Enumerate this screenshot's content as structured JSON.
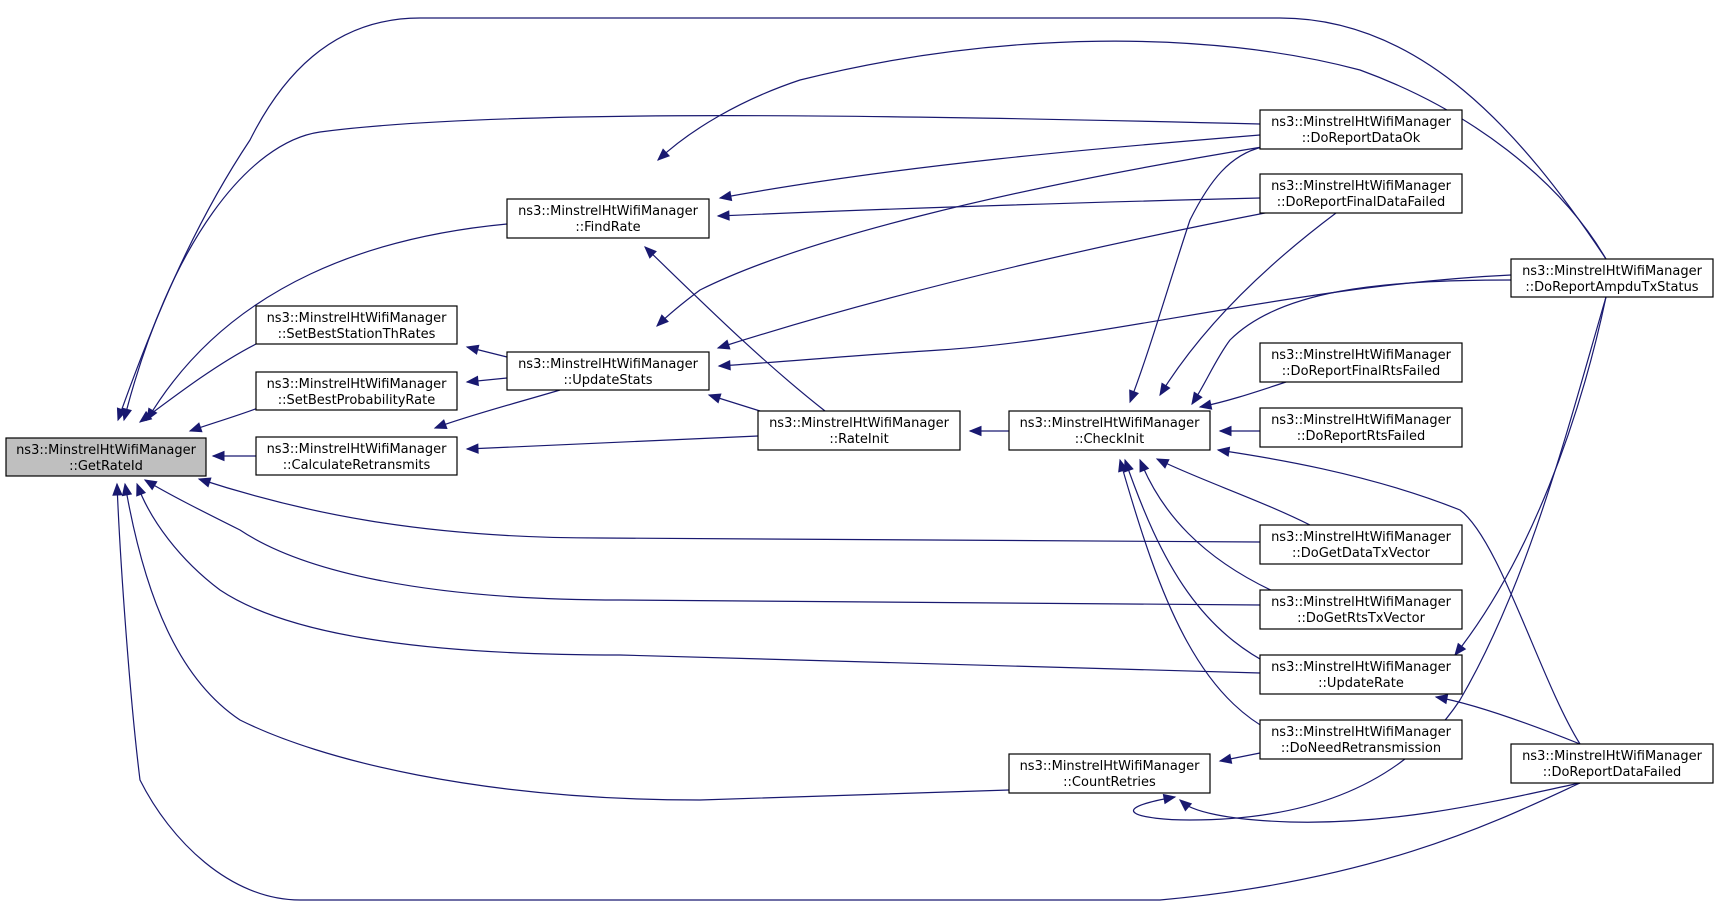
{
  "diagram": {
    "nodes": [
      {
        "id": "getrateid",
        "line1": "ns3::MinstrelHtWifiManager",
        "line2": "::GetRateId",
        "focus": true
      },
      {
        "id": "findrate",
        "line1": "ns3::MinstrelHtWifiManager",
        "line2": "::FindRate"
      },
      {
        "id": "setbeststationthrates",
        "line1": "ns3::MinstrelHtWifiManager",
        "line2": "::SetBestStationThRates"
      },
      {
        "id": "setbestprobabilityrate",
        "line1": "ns3::MinstrelHtWifiManager",
        "line2": "::SetBestProbabilityRate"
      },
      {
        "id": "calculateretransmits",
        "line1": "ns3::MinstrelHtWifiManager",
        "line2": "::CalculateRetransmits"
      },
      {
        "id": "updatestats",
        "line1": "ns3::MinstrelHtWifiManager",
        "line2": "::UpdateStats"
      },
      {
        "id": "rateinit",
        "line1": "ns3::MinstrelHtWifiManager",
        "line2": "::RateInit"
      },
      {
        "id": "checkinit",
        "line1": "ns3::MinstrelHtWifiManager",
        "line2": "::CheckInit"
      },
      {
        "id": "countretries",
        "line1": "ns3::MinstrelHtWifiManager",
        "line2": "::CountRetries"
      },
      {
        "id": "doreportdataok",
        "line1": "ns3::MinstrelHtWifiManager",
        "line2": "::DoReportDataOk"
      },
      {
        "id": "doreportfinaldatafailed",
        "line1": "ns3::MinstrelHtWifiManager",
        "line2": "::DoReportFinalDataFailed"
      },
      {
        "id": "doreportfinalrtsfailed",
        "line1": "ns3::MinstrelHtWifiManager",
        "line2": "::DoReportFinalRtsFailed"
      },
      {
        "id": "doreportrtsfailed",
        "line1": "ns3::MinstrelHtWifiManager",
        "line2": "::DoReportRtsFailed"
      },
      {
        "id": "dogetdatatxvector",
        "line1": "ns3::MinstrelHtWifiManager",
        "line2": "::DoGetDataTxVector"
      },
      {
        "id": "dogetrtstxvector",
        "line1": "ns3::MinstrelHtWifiManager",
        "line2": "::DoGetRtsTxVector"
      },
      {
        "id": "updaterate",
        "line1": "ns3::MinstrelHtWifiManager",
        "line2": "::UpdateRate"
      },
      {
        "id": "doneedretransmission",
        "line1": "ns3::MinstrelHtWifiManager",
        "line2": "::DoNeedRetransmission"
      },
      {
        "id": "doreportampdutxstatus",
        "line1": "ns3::MinstrelHtWifiManager",
        "line2": "::DoReportAmpduTxStatus"
      },
      {
        "id": "doreportdatafailed",
        "line1": "ns3::MinstrelHtWifiManager",
        "line2": "::DoReportDataFailed"
      }
    ],
    "edges": [
      {
        "from": "findrate",
        "to": "getrateid"
      },
      {
        "from": "setbeststationthrates",
        "to": "getrateid"
      },
      {
        "from": "setbestprobabilityrate",
        "to": "getrateid"
      },
      {
        "from": "calculateretransmits",
        "to": "getrateid"
      },
      {
        "from": "doreportdataok",
        "to": "getrateid"
      },
      {
        "from": "doreportampdutxstatus",
        "to": "getrateid"
      },
      {
        "from": "dogetdatatxvector",
        "to": "getrateid"
      },
      {
        "from": "dogetrtstxvector",
        "to": "getrateid"
      },
      {
        "from": "updaterate",
        "to": "getrateid"
      },
      {
        "from": "countretries",
        "to": "getrateid"
      },
      {
        "from": "doreportdatafailed",
        "to": "getrateid"
      },
      {
        "from": "doreportampdutxstatus",
        "to": "findrate"
      },
      {
        "from": "doreportdataok",
        "to": "findrate"
      },
      {
        "from": "doreportfinaldatafailed",
        "to": "findrate"
      },
      {
        "from": "rateinit",
        "to": "findrate"
      },
      {
        "from": "updatestats",
        "to": "setbeststationthrates"
      },
      {
        "from": "updatestats",
        "to": "setbestprobabilityrate"
      },
      {
        "from": "updatestats",
        "to": "calculateretransmits"
      },
      {
        "from": "rateinit",
        "to": "calculateretransmits"
      },
      {
        "from": "doreportdataok",
        "to": "updatestats"
      },
      {
        "from": "doreportfinaldatafailed",
        "to": "updatestats"
      },
      {
        "from": "doreportampdutxstatus",
        "to": "updatestats"
      },
      {
        "from": "rateinit",
        "to": "updatestats"
      },
      {
        "from": "checkinit",
        "to": "rateinit"
      },
      {
        "from": "doreportdataok",
        "to": "checkinit"
      },
      {
        "from": "doreportfinaldatafailed",
        "to": "checkinit"
      },
      {
        "from": "doreportampdutxstatus",
        "to": "checkinit"
      },
      {
        "from": "doreportfinalrtsfailed",
        "to": "checkinit"
      },
      {
        "from": "doreportrtsfailed",
        "to": "checkinit"
      },
      {
        "from": "dogetdatatxvector",
        "to": "checkinit"
      },
      {
        "from": "dogetrtstxvector",
        "to": "checkinit"
      },
      {
        "from": "updaterate",
        "to": "checkinit"
      },
      {
        "from": "doneedretransmission",
        "to": "checkinit"
      },
      {
        "from": "doreportdatafailed",
        "to": "checkinit"
      },
      {
        "from": "doreportampdutxstatus",
        "to": "updaterate"
      },
      {
        "from": "doreportdatafailed",
        "to": "updaterate"
      },
      {
        "from": "doneedretransmission",
        "to": "countretries"
      },
      {
        "from": "doreportampdutxstatus",
        "to": "countretries"
      },
      {
        "from": "doreportdatafailed",
        "to": "countretries"
      }
    ]
  }
}
